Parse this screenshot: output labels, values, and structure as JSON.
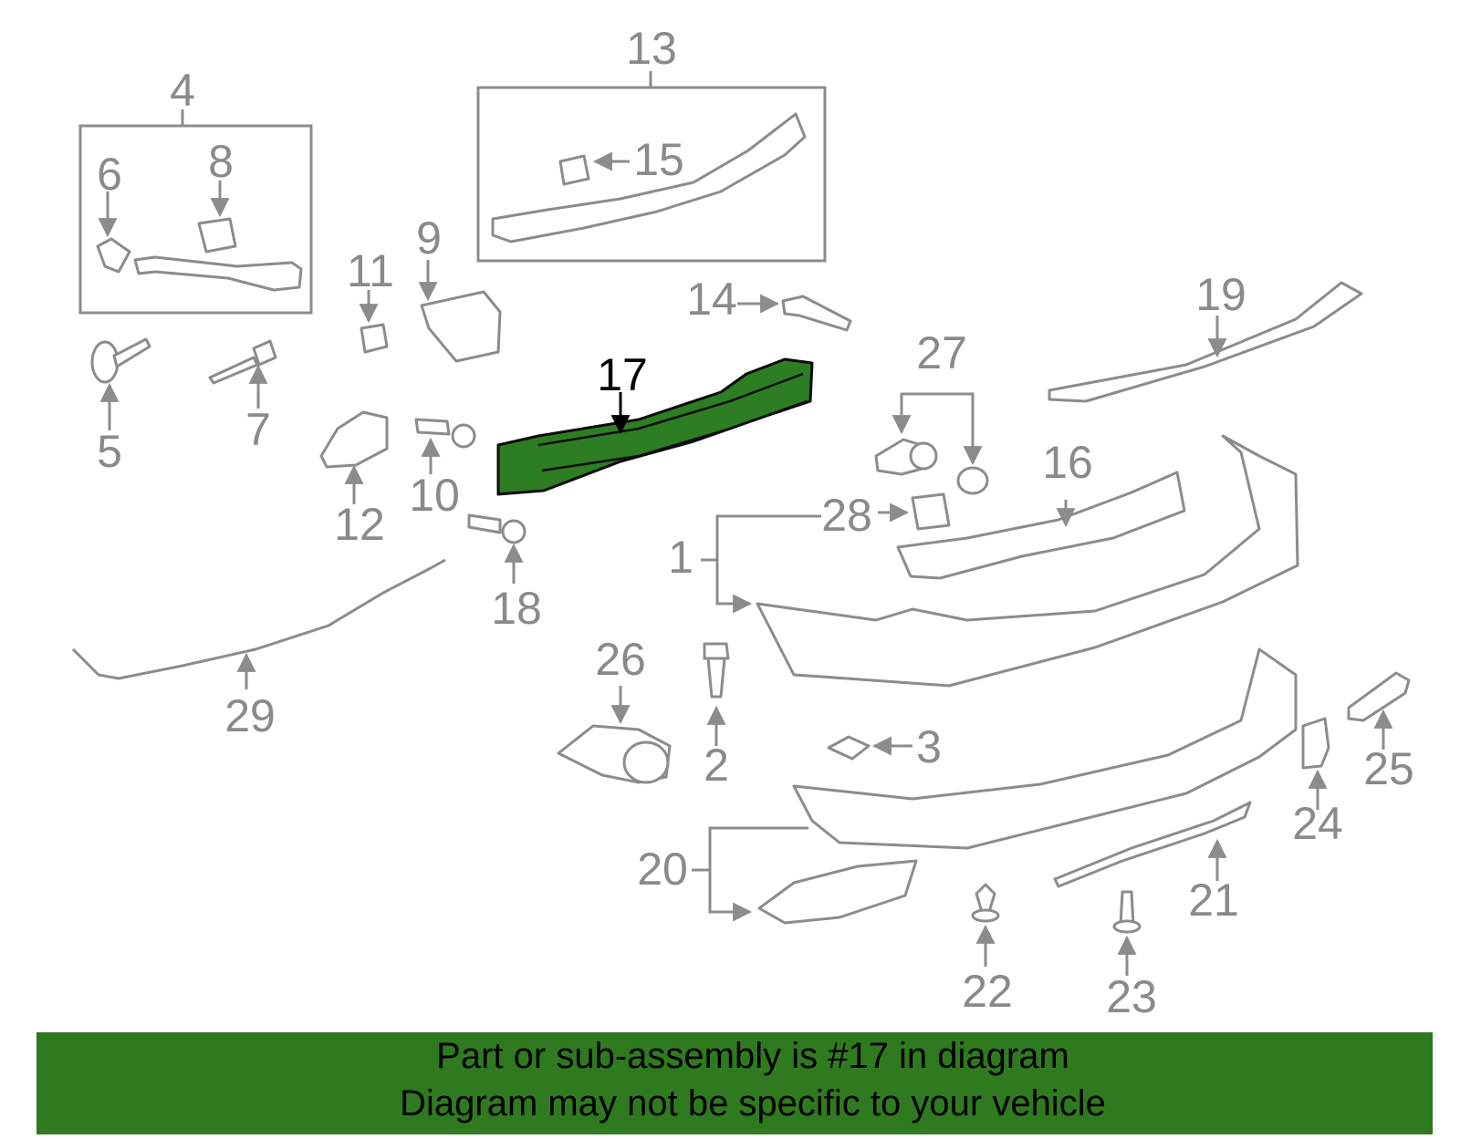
{
  "diagram": {
    "highlighted_part": "17",
    "callouts": [
      "1",
      "2",
      "3",
      "4",
      "5",
      "6",
      "7",
      "8",
      "9",
      "10",
      "11",
      "12",
      "13",
      "14",
      "15",
      "16",
      "17",
      "18",
      "19",
      "20",
      "21",
      "22",
      "23",
      "24",
      "25",
      "26",
      "27",
      "28",
      "29"
    ],
    "colors": {
      "highlight": "#2d7d22",
      "parts": "#8c8c8c",
      "banner": "#2f7a1f"
    }
  },
  "banner": {
    "line1": "Part or sub-assembly is #17 in diagram",
    "line2": "Diagram may not be specific to your vehicle"
  }
}
